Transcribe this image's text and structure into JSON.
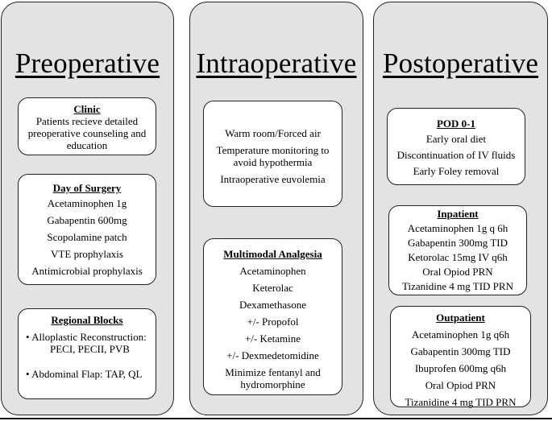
{
  "columns": {
    "pre": {
      "title": "Preoperative",
      "clinic": {
        "title": "Clinic",
        "lines": [
          "Patients recieve detailed",
          "preoperative counseling and",
          "education"
        ]
      },
      "day_of_surgery": {
        "title": "Day of Surgery",
        "items": [
          "Acetaminophen 1g",
          "Gabapentin 600mg",
          "Scopolamine patch",
          "VTE prophylaxis",
          "Antimicrobial prophylaxis"
        ]
      },
      "regional_blocks": {
        "title": "Regional Blocks",
        "items": [
          {
            "line1": "• Alloplastic Reconstruction:",
            "line2": "PECI, PECII, PVB"
          },
          {
            "line1": "• Abdominal Flap: TAP, QL",
            "line2": ""
          }
        ]
      }
    },
    "intra": {
      "title": "Intraoperative",
      "warming": {
        "items": [
          {
            "line1": "Warm room/Forced air",
            "line2": ""
          },
          {
            "line1": "Temperature monitoring to",
            "line2": "avoid hypothermia"
          },
          {
            "line1": "Intraoperative euvolemia",
            "line2": ""
          }
        ]
      },
      "multimodal": {
        "title": "Multimodal Analgesia",
        "items": [
          "Acetaminophen",
          "Keterolac",
          "Dexamethasone",
          "+/- Propofol",
          "+/- Ketamine",
          "+/- Dexmedetomidine"
        ],
        "last": {
          "line1": "Minimize fentanyl and",
          "line2": "hydromorphine"
        }
      }
    },
    "post": {
      "title": "Postoperative",
      "pod": {
        "title": "POD 0-1",
        "items": [
          "Early oral diet",
          "Discontinuation of IV fluids",
          "Early Foley removal"
        ]
      },
      "inpatient": {
        "title": "Inpatient",
        "items": [
          "Acetaminophen 1g q 6h",
          "Gabapentin 300mg TID",
          "Ketorolac 15mg IV q6h",
          "Oral Opiod PRN",
          "Tizanidine 4 mg TID PRN"
        ]
      },
      "outpatient": {
        "title": "Outpatient",
        "items": [
          "Acetaminophen 1g q6h",
          "Gabapentin 300mg TID",
          "Ibuprofen 600mg q6h",
          "Oral Opiod PRN",
          "Tizanidine 4 mg TID PRN"
        ]
      }
    }
  }
}
